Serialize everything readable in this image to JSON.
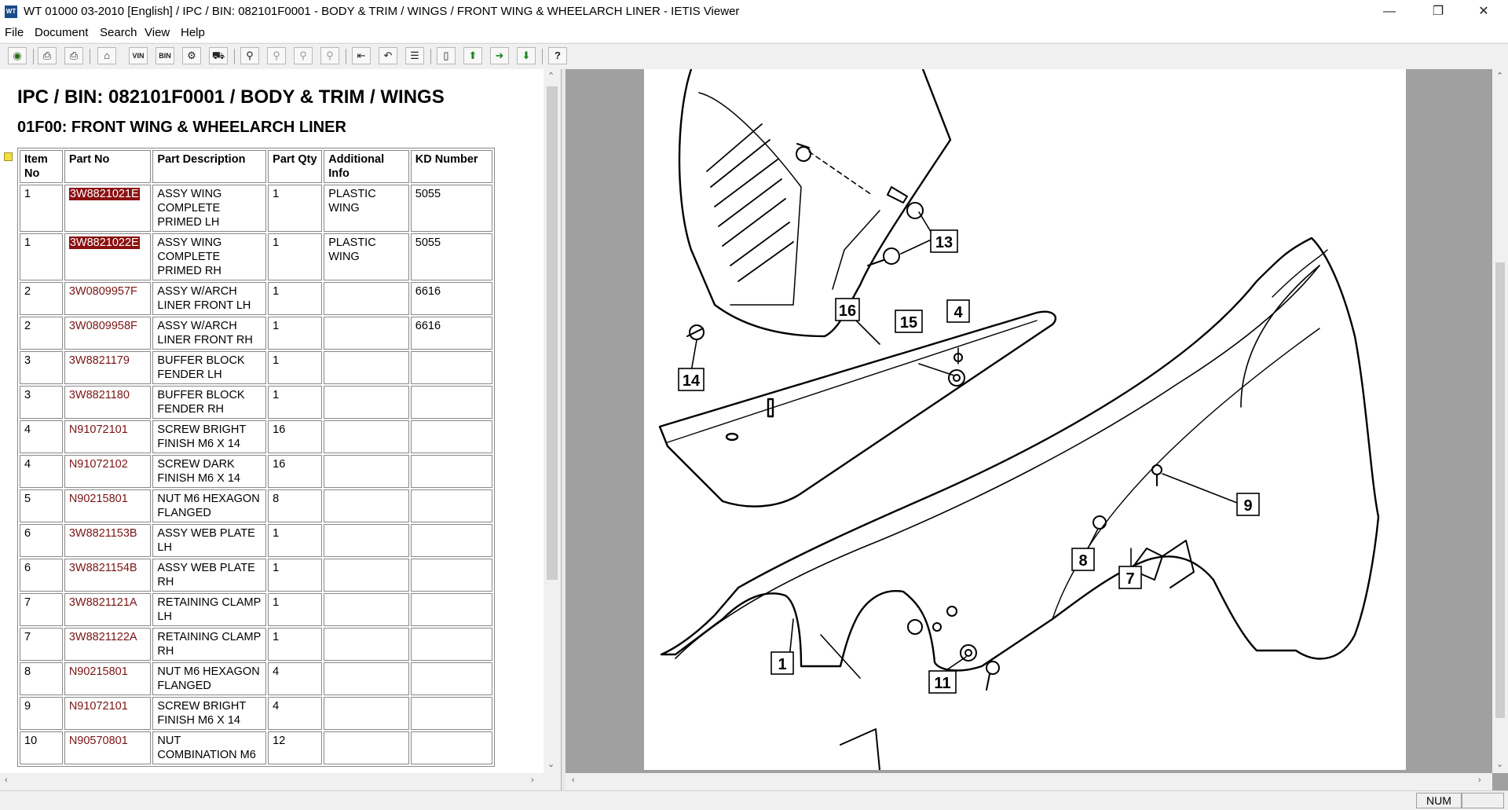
{
  "window": {
    "title": "WT 01000 03-2010 [English] / IPC / BIN: 082101F0001 - BODY & TRIM / WINGS / FRONT WING & WHEELARCH LINER - IETIS Viewer",
    "minimize": "—",
    "restore": "❐",
    "close": "✕"
  },
  "menu": [
    "File",
    "Document",
    "Search",
    "View",
    "Help"
  ],
  "toolbar": {
    "globe": "◉",
    "print": "⎙",
    "print_all": "⎙",
    "home": "⌂",
    "vin": "VIN",
    "bin": "BIN",
    "settings": "⚙",
    "vehicle": "⛟",
    "search": "⚲",
    "search_prev": "⚲",
    "search_next": "⚲",
    "search_clear": "⚲",
    "page_first": "⇤",
    "page_back": "↶",
    "page_list": "☰",
    "page_new": "▯",
    "nav_up": "⬆",
    "nav_forward": "➜",
    "nav_down": "⬇",
    "help": "?"
  },
  "doc": {
    "heading1": "IPC / BIN: 082101F0001 / BODY & TRIM / WINGS",
    "heading2": "01F00: FRONT WING & WHEELARCH LINER"
  },
  "table": {
    "headers": [
      "Item No",
      "Part No",
      "Part Description",
      "Part Qty",
      "Additional Info",
      "KD Number"
    ],
    "rows": [
      {
        "item": "1",
        "part": "3W8821021E",
        "desc": "ASSY WING COMPLETE PRIMED LH",
        "qty": "1",
        "info": "PLASTIC WING",
        "kd": "5055",
        "selected": true
      },
      {
        "item": "1",
        "part": "3W8821022E",
        "desc": "ASSY WING COMPLETE PRIMED RH",
        "qty": "1",
        "info": "PLASTIC WING",
        "kd": "5055",
        "selected": true
      },
      {
        "item": "2",
        "part": "3W0809957F",
        "desc": "ASSY W/ARCH LINER FRONT LH",
        "qty": "1",
        "info": "",
        "kd": "6616",
        "selected": false
      },
      {
        "item": "2",
        "part": "3W0809958F",
        "desc": "ASSY W/ARCH LINER FRONT RH",
        "qty": "1",
        "info": "",
        "kd": "6616",
        "selected": false
      },
      {
        "item": "3",
        "part": "3W8821179",
        "desc": "BUFFER BLOCK FENDER LH",
        "qty": "1",
        "info": "",
        "kd": "",
        "selected": false
      },
      {
        "item": "3",
        "part": "3W8821180",
        "desc": "BUFFER BLOCK FENDER RH",
        "qty": "1",
        "info": "",
        "kd": "",
        "selected": false
      },
      {
        "item": "4",
        "part": "N91072101",
        "desc": "SCREW BRIGHT FINISH M6 X 14",
        "qty": "16",
        "info": "",
        "kd": "",
        "selected": false
      },
      {
        "item": "4",
        "part": "N91072102",
        "desc": "SCREW DARK FINISH M6 X 14",
        "qty": "16",
        "info": "",
        "kd": "",
        "selected": false
      },
      {
        "item": "5",
        "part": "N90215801",
        "desc": "NUT M6 HEXAGON FLANGED",
        "qty": "8",
        "info": "",
        "kd": "",
        "selected": false
      },
      {
        "item": "6",
        "part": "3W8821153B",
        "desc": "ASSY WEB PLATE LH",
        "qty": "1",
        "info": "",
        "kd": "",
        "selected": false
      },
      {
        "item": "6",
        "part": "3W8821154B",
        "desc": "ASSY WEB PLATE RH",
        "qty": "1",
        "info": "",
        "kd": "",
        "selected": false
      },
      {
        "item": "7",
        "part": "3W8821121A",
        "desc": "RETAINING CLAMP LH",
        "qty": "1",
        "info": "",
        "kd": "",
        "selected": false
      },
      {
        "item": "7",
        "part": "3W8821122A",
        "desc": "RETAINING CLAMP RH",
        "qty": "1",
        "info": "",
        "kd": "",
        "selected": false
      },
      {
        "item": "8",
        "part": "N90215801",
        "desc": "NUT M6 HEXAGON FLANGED",
        "qty": "4",
        "info": "",
        "kd": "",
        "selected": false
      },
      {
        "item": "9",
        "part": "N91072101",
        "desc": "SCREW BRIGHT FINISH M6 X 14",
        "qty": "4",
        "info": "",
        "kd": "",
        "selected": false
      },
      {
        "item": "10",
        "part": "N90570801",
        "desc": "NUT COMBINATION M6",
        "qty": "12",
        "info": "",
        "kd": "",
        "selected": false
      }
    ]
  },
  "diagram": {
    "callouts": [
      "13",
      "16",
      "15",
      "4",
      "14",
      "9",
      "8",
      "7",
      "1",
      "11"
    ]
  },
  "status": {
    "num": "NUM"
  },
  "scroll": {
    "up": "⌃",
    "down": "⌄",
    "left": "‹",
    "right": "›"
  }
}
